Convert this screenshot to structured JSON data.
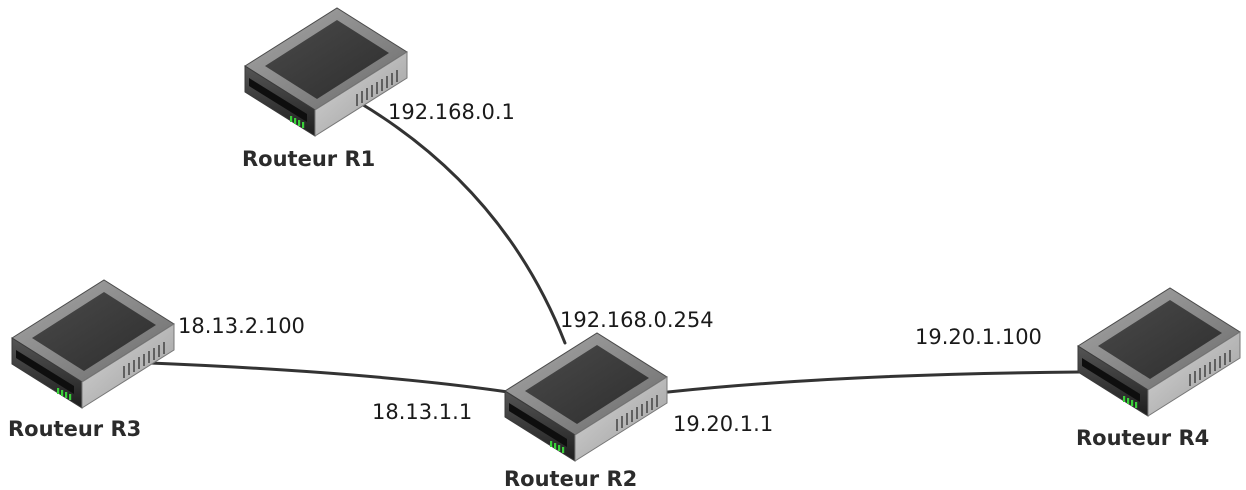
{
  "routers": [
    {
      "id": "r1",
      "name": "Routeur R1"
    },
    {
      "id": "r2",
      "name": "Routeur R2"
    },
    {
      "id": "r3",
      "name": "Routeur R3"
    },
    {
      "id": "r4",
      "name": "Routeur R4"
    }
  ],
  "links": [
    {
      "from": "r1",
      "to": "r2",
      "from_ip": "192.168.0.1",
      "to_ip": "192.168.0.254"
    },
    {
      "from": "r3",
      "to": "r2",
      "from_ip": "18.13.2.100",
      "to_ip": "18.13.1.1"
    },
    {
      "from": "r4",
      "to": "r2",
      "from_ip": "19.20.1.100",
      "to_ip": "19.20.1.1"
    }
  ],
  "colors": {
    "link": "#333333",
    "device_body": "#5a5a5a",
    "device_top": "#3a3a3a",
    "led": "#3ad03a"
  },
  "icon": "router-icon"
}
